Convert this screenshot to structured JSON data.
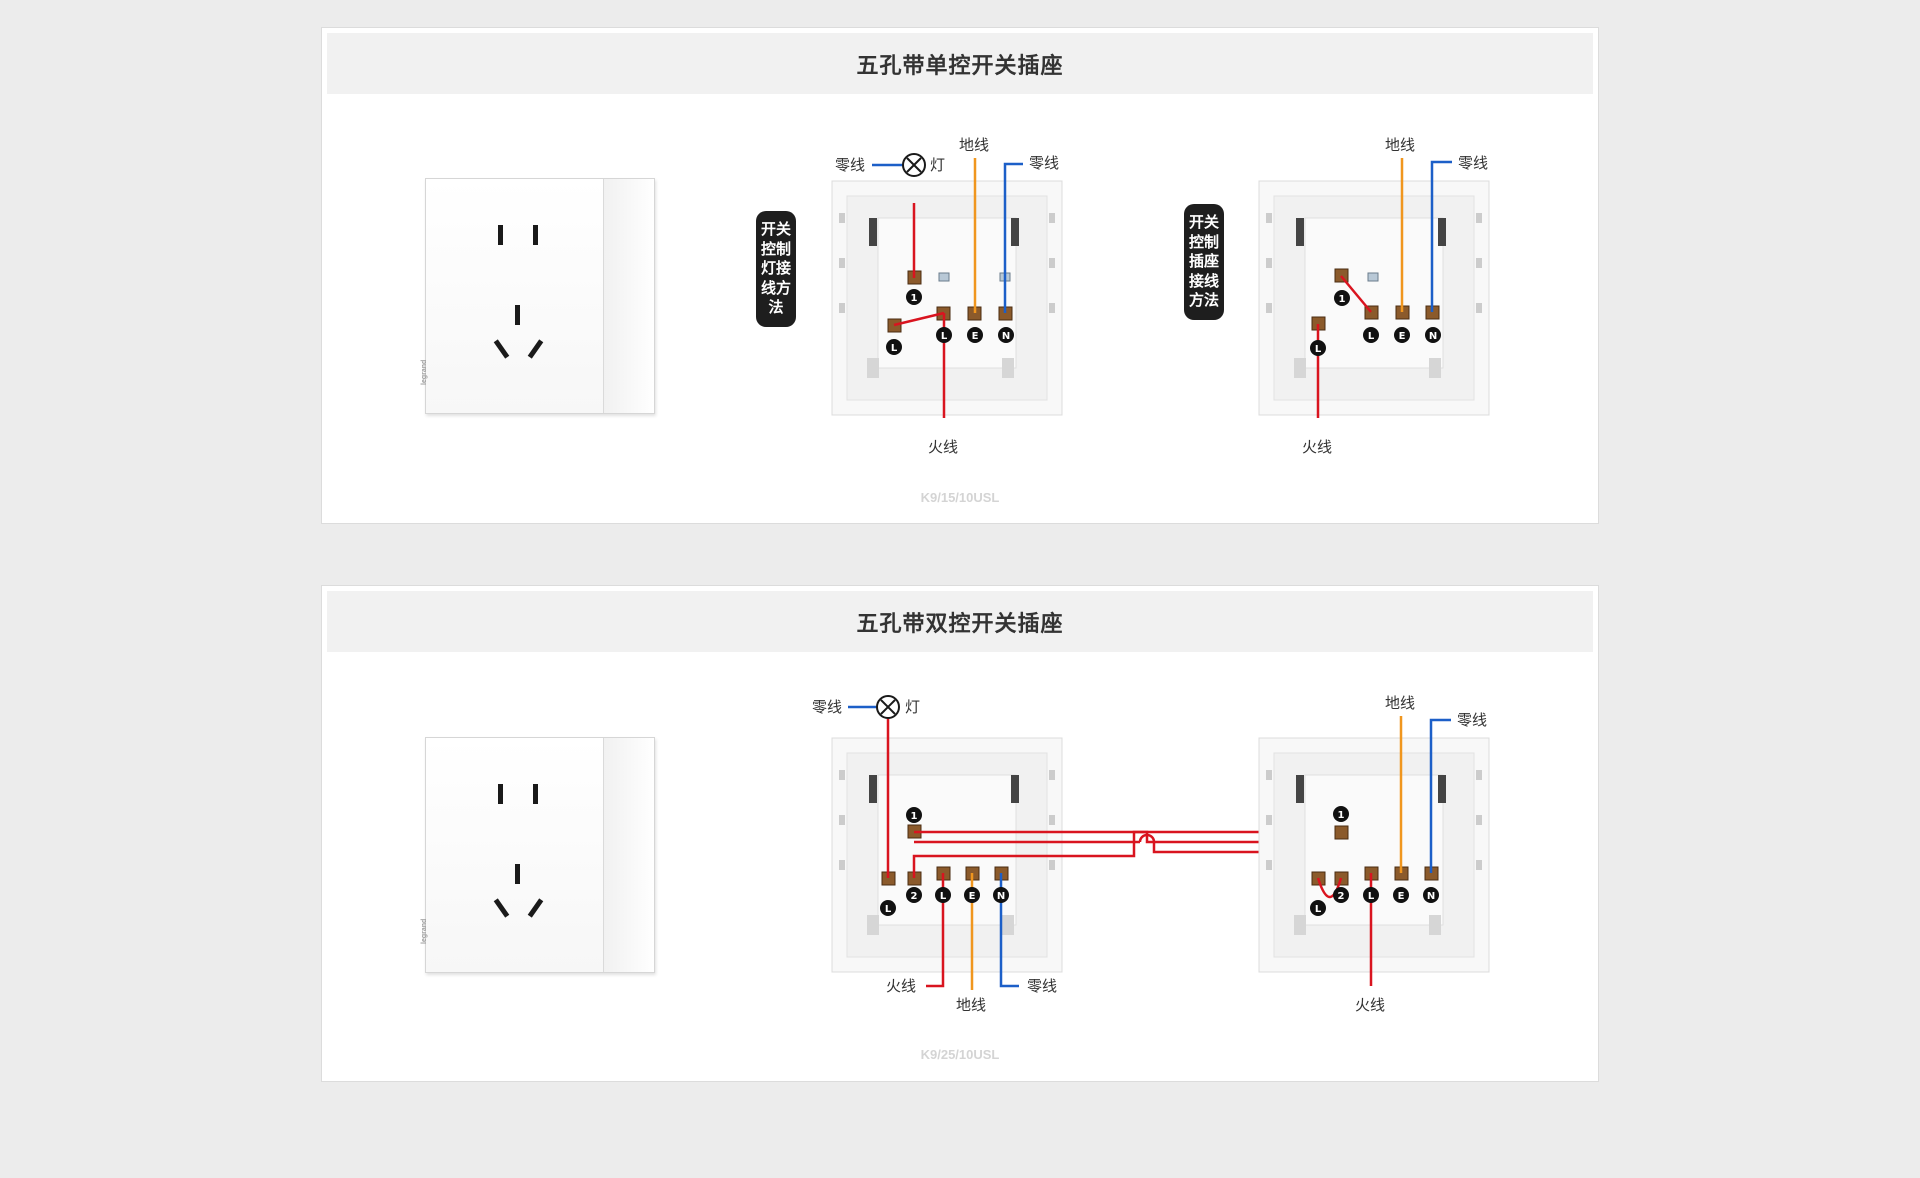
{
  "panels": [
    {
      "title": "五孔带单控开关插座",
      "model": "K9/15/10USL",
      "diagrams": [
        {
          "badge": "开关控制灯接线方法",
          "labels": {
            "neutral": "零线",
            "lamp": "灯",
            "earth": "地线",
            "neutral2": "零线",
            "live": "火线"
          }
        },
        {
          "badge": "开关控制插座接线方法",
          "labels": {
            "earth": "地线",
            "neutral": "零线",
            "live": "火线"
          }
        }
      ]
    },
    {
      "title": "五孔带双控开关插座",
      "model": "K9/25/10USL",
      "diagrams": [
        {
          "labels": {
            "neutral": "零线",
            "lamp": "灯",
            "live": "火线",
            "earth": "地线",
            "neutral2": "零线"
          }
        },
        {
          "labels": {
            "earth": "地线",
            "neutral": "零线",
            "live": "火线"
          }
        }
      ]
    }
  ],
  "product_brand": "legrand",
  "terminal_marks": [
    "1",
    "2",
    "L",
    "E",
    "N"
  ],
  "colors": {
    "live_wire": "#d9141f",
    "earth_wire": "#f0961e",
    "neutral_wire": "#1c5fc8",
    "badge_bg": "#1e1e1e",
    "header_bg": "#f1f1f1"
  }
}
